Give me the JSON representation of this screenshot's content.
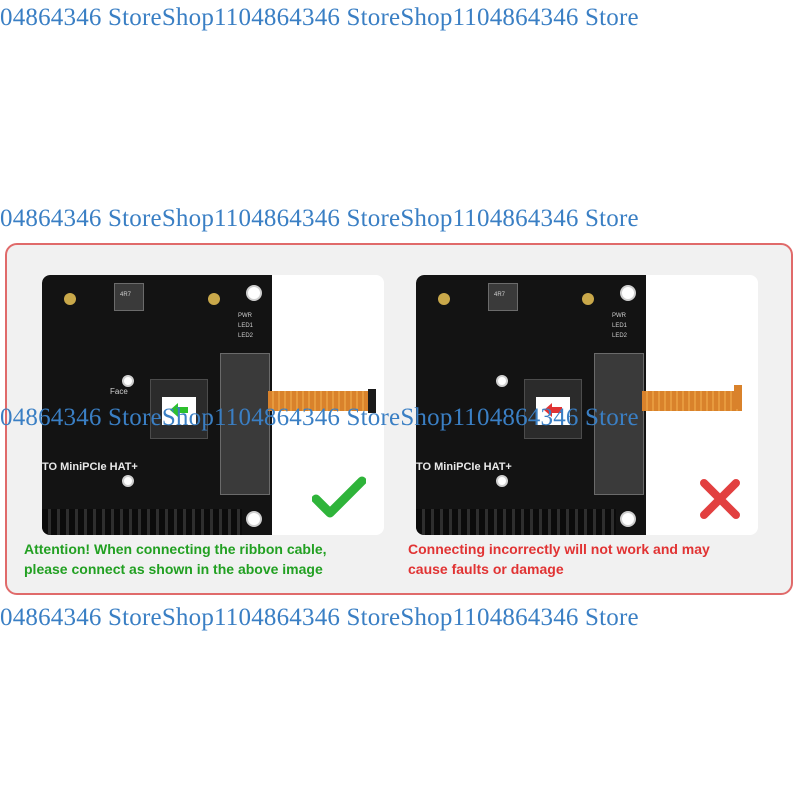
{
  "watermark": {
    "rows": [
      "04864346 StoreShop1104864346 StoreShop1104864346 Store",
      "04864346 StoreShop1104864346 StoreShop1104864346 Store",
      "04864346 StoreShop1104864346 StoreShop1104864346 Store",
      "04864346 StoreShop1104864346 StoreShop1104864346 Store"
    ]
  },
  "panels": {
    "left": {
      "board_title": "TO MiniPCIe HAT+",
      "face_label": "Face",
      "inductor_label": "4R7",
      "leds": [
        "PWR",
        "LED1",
        "LED2"
      ],
      "status": "correct"
    },
    "right": {
      "board_title": "TO MiniPCIe HAT+",
      "inductor_label": "4R7",
      "leds": [
        "PWR",
        "LED1",
        "LED2"
      ],
      "status": "incorrect"
    }
  },
  "captions": {
    "left_line1": "Attention! When connecting the ribbon cable,",
    "left_line2": "please connect as shown in the above image",
    "right_line1": "Connecting incorrectly will not work and may",
    "right_line2": "cause faults or damage"
  },
  "colors": {
    "watermark": "#3a7fc4",
    "frame": "#e06a6a",
    "correct": "#22a022",
    "incorrect": "#e13333"
  },
  "icons": {
    "correct": "checkmark-icon",
    "incorrect": "x-mark-icon",
    "direction": "arrow-left-icon"
  }
}
